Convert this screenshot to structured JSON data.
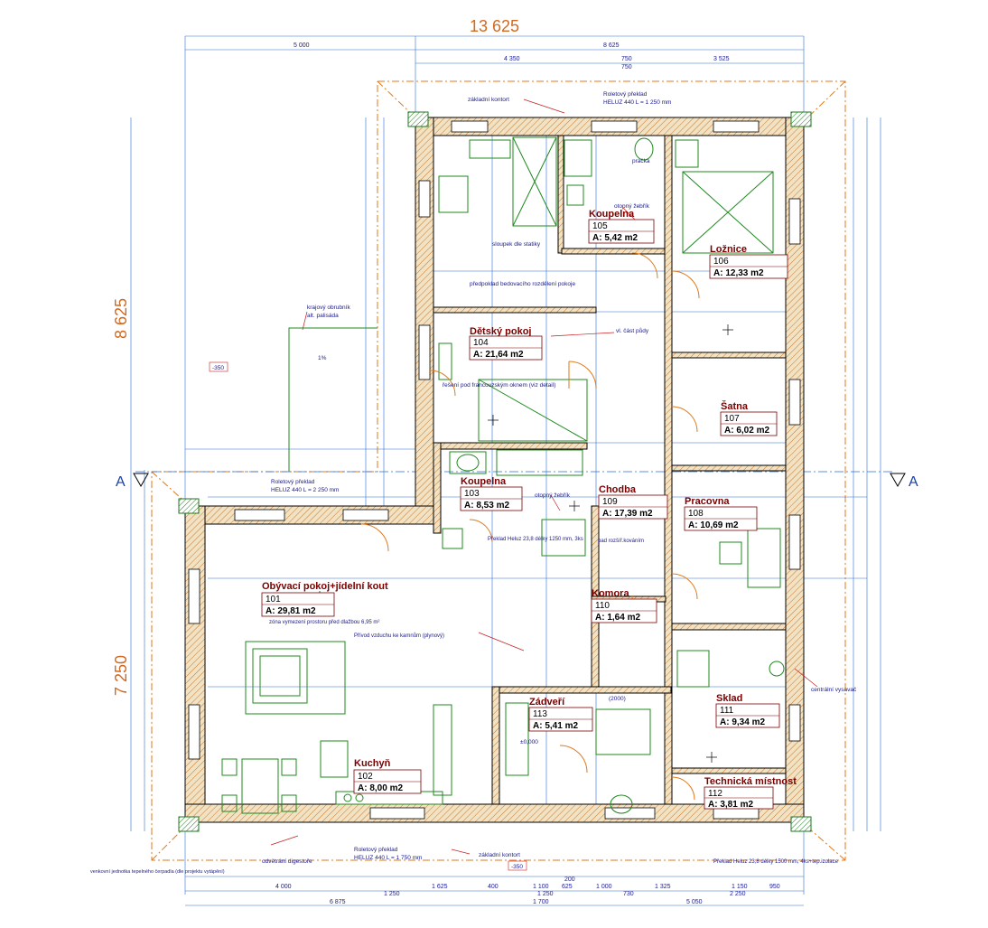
{
  "overall": {
    "width_dim": "13 625",
    "depth_dim": "8 625",
    "depth_dim_lower": "7 250"
  },
  "top_dims": {
    "row1": [
      "5 000",
      "8 625"
    ],
    "row2": [
      "4 350",
      "750",
      "3 525"
    ],
    "row2_sub": "750"
  },
  "bottom_dims": {
    "row1": [
      "4 000",
      "1 625",
      "400",
      "1 100",
      "625",
      "1 000",
      "1 325",
      "1 150",
      "950"
    ],
    "row1_sub": [
      "1 250",
      "1 250",
      "730",
      "2 250"
    ],
    "row2": [
      "6 875",
      "1 700",
      "5 050"
    ],
    "mid": "200"
  },
  "section_marks": [
    "A",
    "A"
  ],
  "rooms": [
    {
      "name": "Obývací pokoj+jídelní kout",
      "num": "101",
      "area": "A: 29,81 m2"
    },
    {
      "name": "Kuchyň",
      "num": "102",
      "area": "A: 8,00 m2"
    },
    {
      "name": "Koupelna",
      "num": "103",
      "area": "A: 8,53 m2"
    },
    {
      "name": "Dětský pokoj",
      "num": "104",
      "area": "A: 21,64 m2"
    },
    {
      "name": "Koupelna",
      "num": "105",
      "area": "A: 5,42 m2"
    },
    {
      "name": "Ložnice",
      "num": "106",
      "area": "A: 12,33 m2"
    },
    {
      "name": "Šatna",
      "num": "107",
      "area": "A: 6,02 m2"
    },
    {
      "name": "Pracovna",
      "num": "108",
      "area": "A: 10,69 m2"
    },
    {
      "name": "Chodba",
      "num": "109",
      "area": "A: 17,39 m2"
    },
    {
      "name": "Komora",
      "num": "110",
      "area": "A: 1,64 m2"
    },
    {
      "name": "Sklad",
      "num": "111",
      "area": "A: 9,34 m2"
    },
    {
      "name": "Technická místnost",
      "num": "112",
      "area": "A: 3,81 m2"
    },
    {
      "name": "Zádveří",
      "num": "113",
      "area": "A: 5,41 m2"
    }
  ],
  "notes": {
    "zakladni_konturt_top": "základní kontort",
    "zakladni_konturt_bottom": "základní kontort",
    "roletovy_top": "Roletový překlad",
    "heluz_top": "HELUZ 440 L = 1 250 mm",
    "roletovy_mid": "Roletový překlad",
    "heluz_mid": "HELUZ 440 L = 2 250 mm",
    "roletovy_bottom": "Roletový překlad",
    "heluz_bottom": "HELUZ 440 L = 1 750 mm",
    "krajovy": "krajový obrubník",
    "palisada": "alt. palisáda",
    "level_minus": "-350",
    "level_minus_bottom": "-350",
    "slope": "1%",
    "plocha_stropu": "předpoklad bedovacího rozdělení pokoje",
    "reseni_fr": "řešení pod francouzským oknem (viz detail)",
    "otopny1": "otopný žebřík",
    "otopny2": "otopný žebřík",
    "vlastni": "vl. část půdy",
    "pracka": "pračka",
    "sloupek": "sloupek dle statiky",
    "odvetrani": "odvětrání digestoře",
    "venkovni": "venkovní jednotka tepelného čerpadla (dle projektu vytápění)",
    "centralni": "centrální vysavač",
    "zona": "zóna vymezení prostoru před dlažbou 6,95 m²",
    "prisun": "Přívod vzduchu ke kamnům (plynový)",
    "preklad1": "Překlad Heluz 23,8 délky 1250 mm, 3ks",
    "preklad2": "Překlad Heluz 23,8 délky 1500 mm, 4ks+tep.izolace",
    "pad": "pad rozšíř.kováním",
    "zero": "±0,000",
    "two_thousand": "(2000)"
  }
}
